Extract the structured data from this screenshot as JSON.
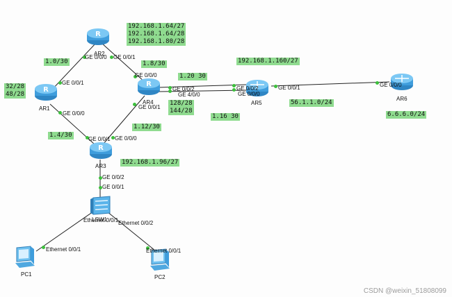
{
  "devices": {
    "ar1": "AR1",
    "ar2": "AR2",
    "ar3": "AR3",
    "ar4": "AR4",
    "ar5": "AR5",
    "ar6": "AR6",
    "lsw1": "LSW1",
    "pc1": "PC1",
    "pc2": "PC2"
  },
  "ports": {
    "ar2_ge000": "GE 0/0/0",
    "ar2_ge001": "GE 0/0/1",
    "ar1_ge001": "GE 0/0/1",
    "ar1_ge000": "GE 0/0/0",
    "ar4_ge000": "GE 0/0/0",
    "ar4_ge002": "GE 0/0/2",
    "ar4_ge400": "GE 4/0/0",
    "ar4_ge001": "GE 0/0/1",
    "ar5_ge002": "GE 0/0/2",
    "ar5_ge000": "GE 0/0/0",
    "ar5_ge001": "GE 0/0/1",
    "ar6_ge000": "GE 0/0/0",
    "ar3_ge001": "GE 0/0/1",
    "ar3_ge000": "GE 0/0/0",
    "ar3_ge002": "GE 0/0/2",
    "lsw1_ge001": "GE 0/0/1",
    "lsw1_eth001": "Ethernet 0/0/1",
    "lsw1_eth002": "Ethernet 0/0/2",
    "pc1_eth001": "Ethernet 0/0/1",
    "pc2_eth001": "Ethernet 0/0/1"
  },
  "notes": {
    "ar2_subnets": "192.168.1.64/27\n192.168.1.64/28\n192.168.1.80/28",
    "link_ar1_ar2": "1.0/30",
    "link_ar2_ar4": "1.8/30",
    "ar1_subnets": "32/28\n48/28",
    "link_ar4_ar5_a": "1.20 30",
    "ar5_subnet": "192.168.1.160/27",
    "ar4_subnets": "128/28\n144/28",
    "link_ar4_ar5_b": "1.16 30",
    "link_ar5_ar6": "56.1.1.0/24",
    "ar6_subnet": "6.6.6.0/24",
    "link_ar1_ar3": "1.4/30",
    "link_ar4_ar3": "1.12/30",
    "ar3_subnet": "192.168.1.96/27"
  },
  "watermark": "CSDN @weixin_51808099",
  "colors": {
    "note_bg": "#8fdb8f",
    "router": "#4fb0e8",
    "link": "#222222",
    "port_dot": "#3cc03c"
  }
}
